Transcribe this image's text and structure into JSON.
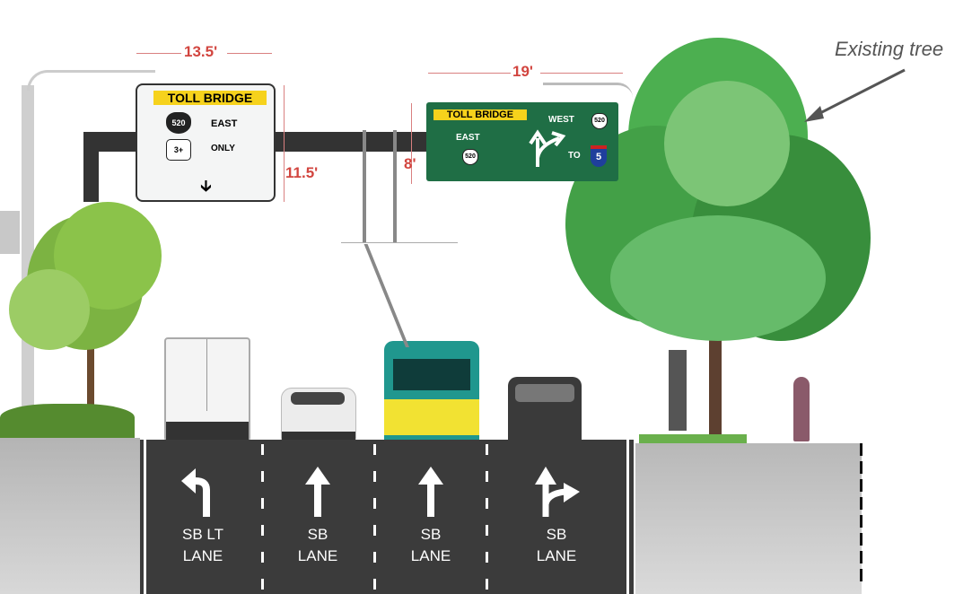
{
  "annotation": {
    "label": "Existing tree"
  },
  "dimensions": {
    "sign1_width": "13.5'",
    "sign1_clearance": "11.5'",
    "sign2_height": "8'",
    "sign2_width": "19'"
  },
  "sign_left": {
    "header": "TOLL BRIDGE",
    "route": "520",
    "direction": "EAST",
    "hov": "3+",
    "restriction": "ONLY"
  },
  "sign_right": {
    "header": "TOLL BRIDGE",
    "left_direction": "EAST",
    "left_route": "520",
    "right_direction": "WEST",
    "right_route": "520",
    "to": "TO",
    "interstate": "5"
  },
  "lanes": [
    {
      "line1": "SB LT",
      "line2": "LANE",
      "arrow": "left-turn-arrow"
    },
    {
      "line1": "SB",
      "line2": "LANE",
      "arrow": "straight-arrow"
    },
    {
      "line1": "SB",
      "line2": "LANE",
      "arrow": "straight-arrow"
    },
    {
      "line1": "SB",
      "line2": "LANE",
      "arrow": "straight-right-arrow"
    }
  ],
  "colors": {
    "sign_green": "#1f6e45",
    "toll_yellow": "#f6d21c",
    "road": "#3b3b3b",
    "dimension": "#d2453f"
  }
}
